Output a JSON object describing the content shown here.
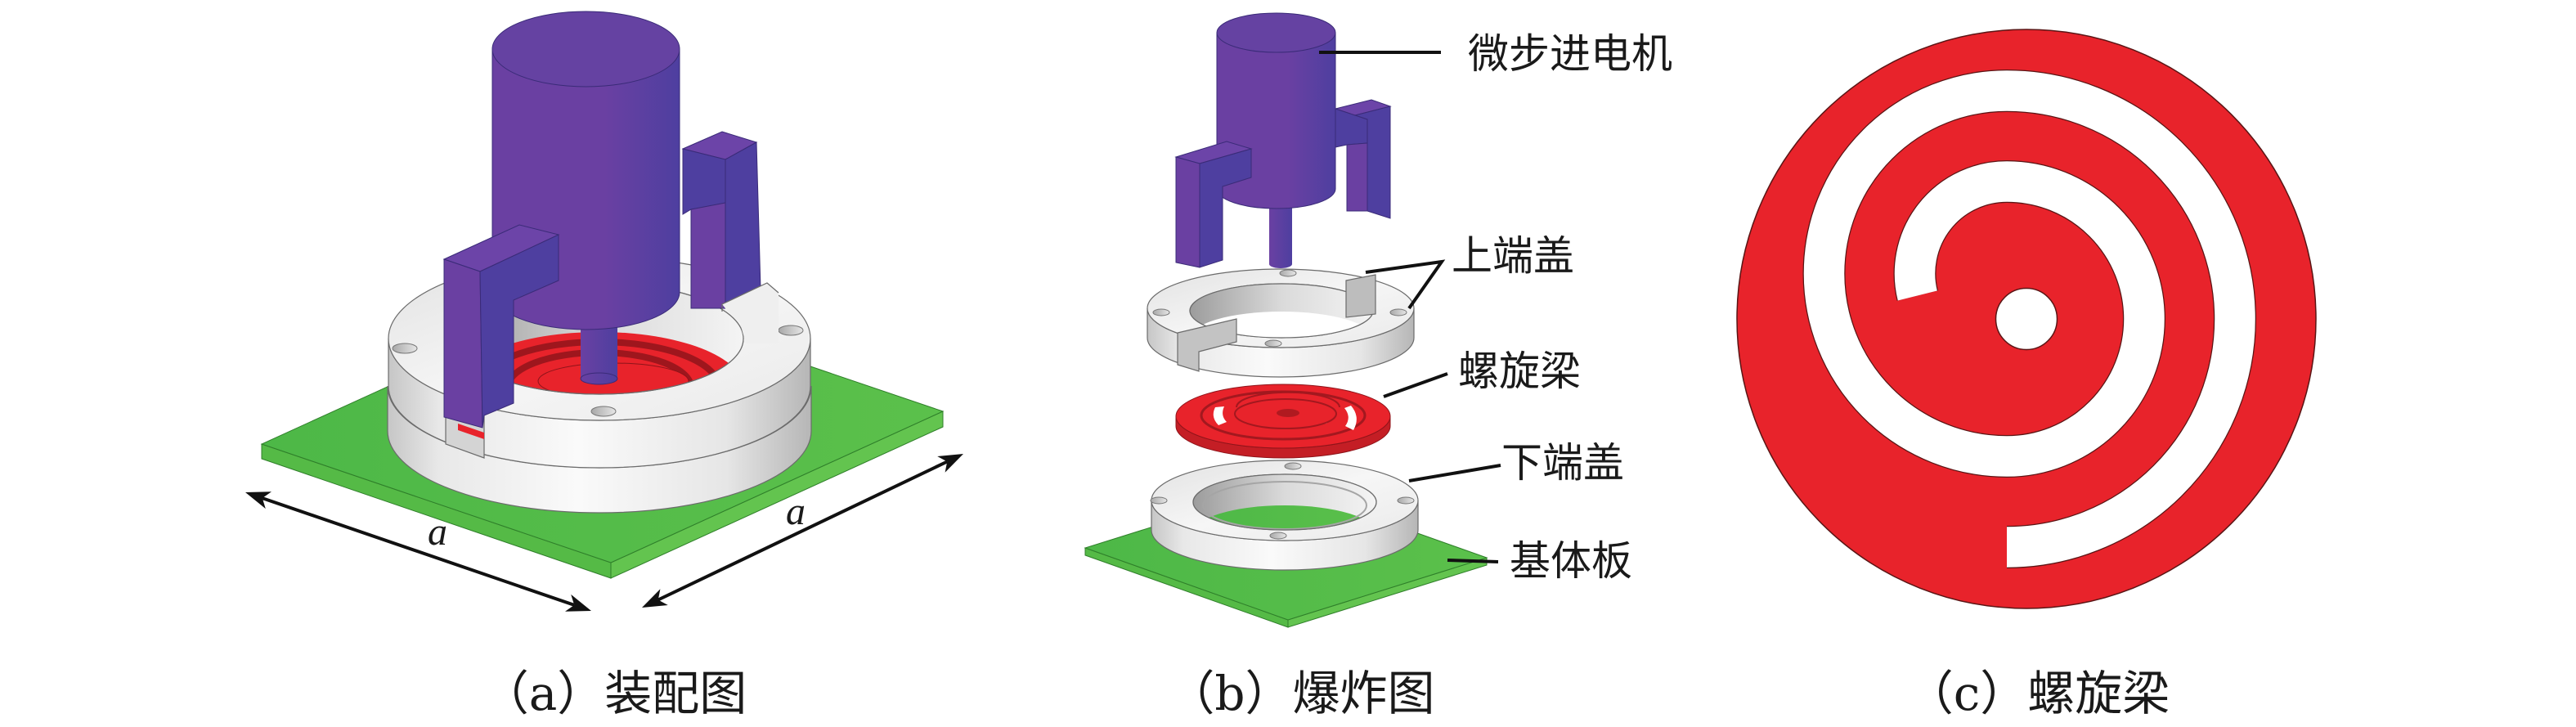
{
  "figure": {
    "panel_a": {
      "caption": "（a）装配图",
      "dimension_labels": [
        "a",
        "a"
      ]
    },
    "panel_b": {
      "caption": "（b）爆炸图",
      "callouts": {
        "motor": "微步进电机",
        "upper_cap": "上端盖",
        "spiral_beam": "螺旋梁",
        "lower_cap": "下端盖",
        "base_plate": "基体板"
      }
    },
    "panel_c": {
      "caption": "（c）螺旋梁"
    }
  },
  "colors": {
    "motor_purple": "#6A40A2",
    "motor_purple_shade": "#4E3FA0",
    "spiral_red": "#E8232B",
    "base_green": "#5BC04B",
    "end_cap_white": "#F2F2F2",
    "leader_line": "#111111",
    "background": "#FFFFFF"
  }
}
